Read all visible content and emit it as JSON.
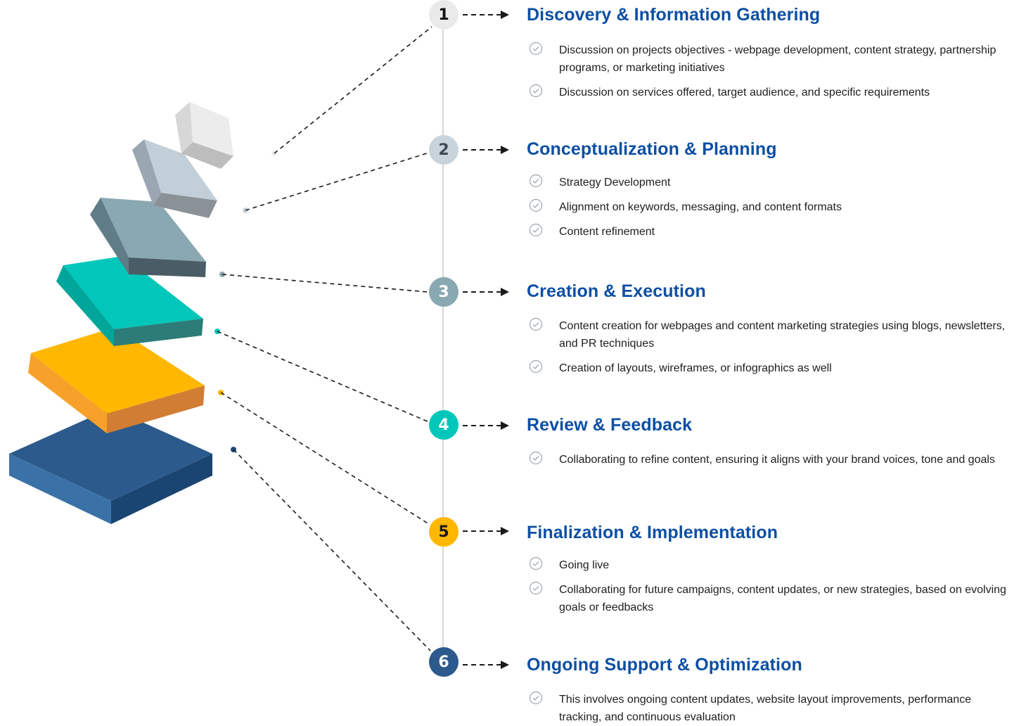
{
  "colors": {
    "title": "#0d4fa3",
    "timeline": "#d6d6d6",
    "check": "#9aa6b2",
    "step1": "#e9e9e9",
    "step2": "#c3cfd8",
    "step3": "#8aa8b2",
    "step4": "#00c7b9",
    "step5": "#ffb700",
    "step6": "#2c5a8c"
  },
  "steps": [
    {
      "number": "1",
      "title": "Discovery & Information Gathering",
      "items": [
        "Discussion on projects objectives - webpage development, content strategy, partnership programs, or marketing initiatives",
        "Discussion on services offered, target audience, and specific requirements"
      ]
    },
    {
      "number": "2",
      "title": "Conceptualization & Planning",
      "items": [
        "Strategy Development",
        "Alignment on keywords, messaging, and content formats",
        "Content refinement"
      ]
    },
    {
      "number": "3",
      "title": "Creation & Execution",
      "items": [
        "Content creation for webpages and content marketing strategies using blogs, newsletters, and PR techniques",
        "Creation of layouts, wireframes, or infographics as well"
      ]
    },
    {
      "number": "4",
      "title": "Review & Feedback",
      "items": [
        "Collaborating to refine content, ensuring it aligns with your brand voices, tone and goals"
      ]
    },
    {
      "number": "5",
      "title": "Finalization & Implementation",
      "items": [
        "Going live",
        "Collaborating for future campaigns, content updates, or new strategies, based on evolving goals or feedbacks"
      ]
    },
    {
      "number": "6",
      "title": "Ongoing Support & Optimization",
      "items": [
        "This involves ongoing content updates, website layout improvements, performance tracking, and continuous evaluation"
      ]
    }
  ]
}
